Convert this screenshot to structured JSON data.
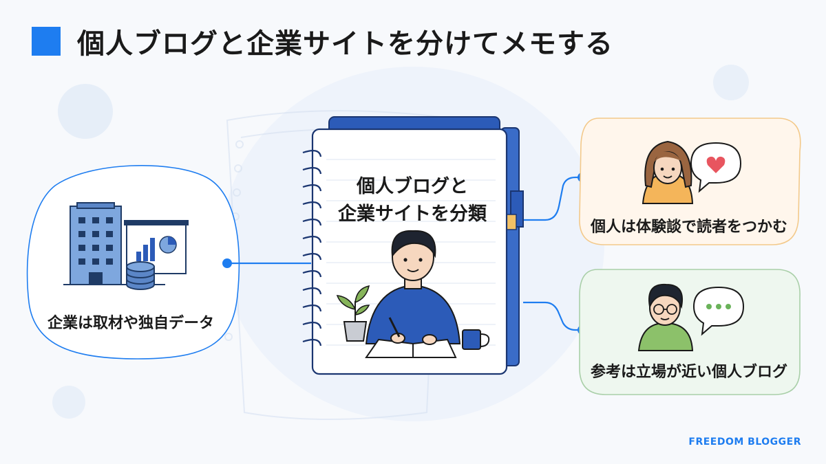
{
  "title": "個人ブログと企業サイトを分けてメモする",
  "notebook": {
    "line1": "個人ブログと",
    "line2": "企業サイトを分類"
  },
  "left_card": {
    "label": "企業は取材や独自データ"
  },
  "right_top_card": {
    "label": "個人は体験談で読者をつかむ"
  },
  "right_bottom_card": {
    "label": "参考は立場が近い個人ブログ"
  },
  "brand": "FREEDOM BLOGGER",
  "colors": {
    "accent": "#1e7df0",
    "notebook_blue": "#2c5bb8",
    "warm_card_fill": "#fff6ec",
    "warm_card_border": "#f3c98a",
    "green_card_fill": "#eef7ef",
    "green_card_border": "#a9cfa8"
  },
  "icons": [
    "office-building-icon",
    "presentation-chart-icon",
    "database-icon",
    "heart-speech-bubble-icon",
    "ellipsis-speech-bubble-icon",
    "plant-icon",
    "mug-icon",
    "pen-icon",
    "open-book-icon"
  ]
}
